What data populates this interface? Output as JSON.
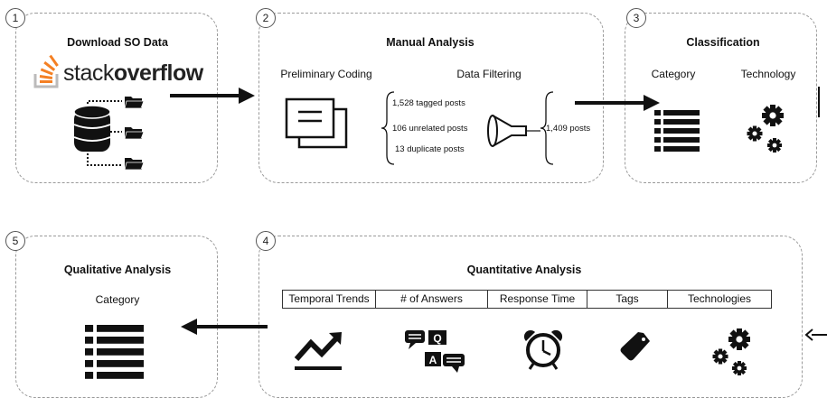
{
  "panels": {
    "p1": {
      "num": "1",
      "title": "Download SO Data",
      "logo_plain": "stack",
      "logo_bold": "overflow"
    },
    "p2": {
      "num": "2",
      "title": "Manual Analysis",
      "sub_left": "Preliminary Coding",
      "sub_right": "Data Filtering",
      "tagged": "1,528 tagged posts",
      "unrelated": "106 unrelated posts",
      "duplicate": "13 duplicate posts",
      "result": "1,409 posts"
    },
    "p3": {
      "num": "3",
      "title": "Classification",
      "sub_left": "Category",
      "sub_right": "Technology"
    },
    "p4": {
      "num": "4",
      "title": "Quantitative Analysis",
      "columns": [
        "Temporal Trends",
        "# of Answers",
        "Response Time",
        "Tags",
        "Technologies"
      ]
    },
    "p5": {
      "num": "5",
      "title": "Qualitative Analysis",
      "sub": "Category"
    }
  },
  "icons": [
    "database-icon",
    "folder-icon",
    "document-stack-icon",
    "funnel-icon",
    "list-icon",
    "gears-icon",
    "trend-up-icon",
    "qa-bubbles-icon",
    "alarm-clock-icon",
    "tag-icon"
  ],
  "colors": {
    "logo_orange": "#f48024",
    "logo_gray": "#bcbbbb",
    "dark": "#111111"
  }
}
